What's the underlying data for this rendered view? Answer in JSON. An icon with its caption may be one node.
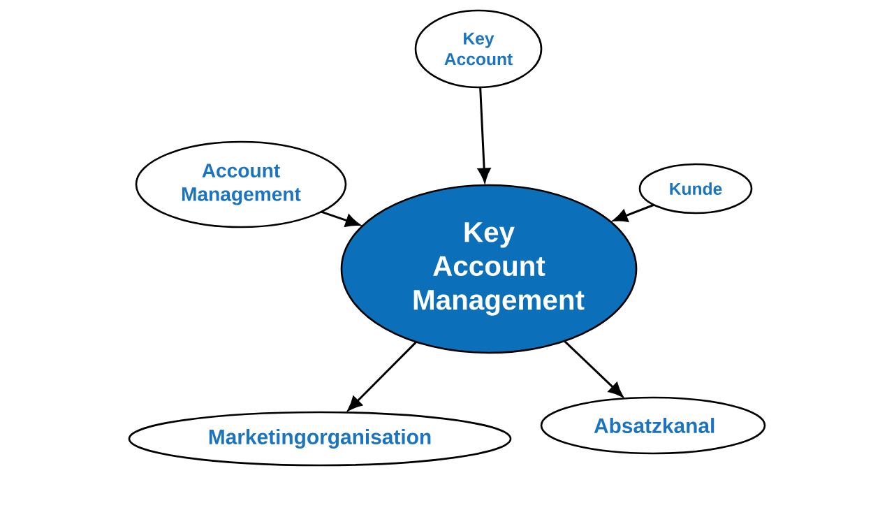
{
  "diagram": {
    "nodes": [
      {
        "text": [
          "Key Account"
        ]
      },
      {
        "text": [
          "Account Management"
        ]
      },
      {
        "text": [
          "Kunde"
        ]
      },
      {
        "text": [
          "Key Account Management"
        ]
      },
      {
        "text": [
          "Marketingorganisation"
        ]
      },
      {
        "text": [
          "Absatzkanal"
        ]
      }
    ],
    "edges": [
      {
        "from": 0,
        "to": 3,
        "arrow": "to"
      },
      {
        "from": 1,
        "to": 3,
        "arrow": "to"
      },
      {
        "from": 2,
        "to": 3,
        "arrow": "to"
      },
      {
        "from": 3,
        "to": 4,
        "arrow": "to"
      },
      {
        "from": 3,
        "to": 5,
        "arrow": "to"
      }
    ]
  }
}
